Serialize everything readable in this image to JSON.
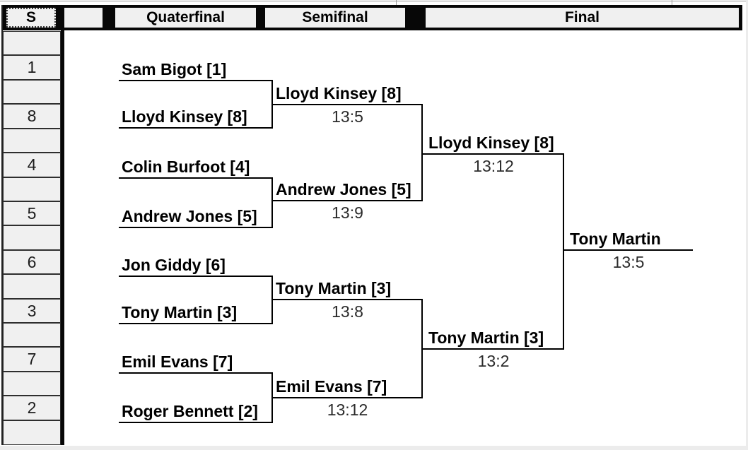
{
  "header": {
    "seed_col_label": "S",
    "round_labels": [
      "Quaterfinal",
      "Semifinal",
      "Final"
    ]
  },
  "seed_cells": [
    "",
    "1",
    "",
    "8",
    "",
    "4",
    "",
    "5",
    "",
    "6",
    "",
    "3",
    "",
    "7",
    "",
    "2",
    ""
  ],
  "bracket": {
    "quarterfinals": [
      {
        "player1": "Sam Bigot [1]",
        "player2": "Lloyd Kinsey [8]",
        "winner": "Lloyd Kinsey [8]",
        "score": "13:5"
      },
      {
        "player1": "Colin Burfoot [4]",
        "player2": "Andrew Jones [5]",
        "winner": "Andrew Jones [5]",
        "score": "13:9"
      },
      {
        "player1": "Jon Giddy [6]",
        "player2": "Tony Martin [3]",
        "winner": "Tony Martin [3]",
        "score": "13:8"
      },
      {
        "player1": "Emil Evans [7]",
        "player2": "Roger Bennett [2]",
        "winner": "Emil Evans [7]",
        "score": "13:12"
      }
    ],
    "semifinals": [
      {
        "winner": "Lloyd Kinsey [8]",
        "score": "13:12"
      },
      {
        "winner": "Tony Martin [3]",
        "score": "13:2"
      }
    ],
    "final": {
      "winner": "Tony Martin",
      "score": "13:5"
    }
  },
  "colors": {
    "cell_fill": "#f0f0f0",
    "header_band": "#070707",
    "bracket_line": "#000000",
    "score_text": "#2b2b2b"
  }
}
